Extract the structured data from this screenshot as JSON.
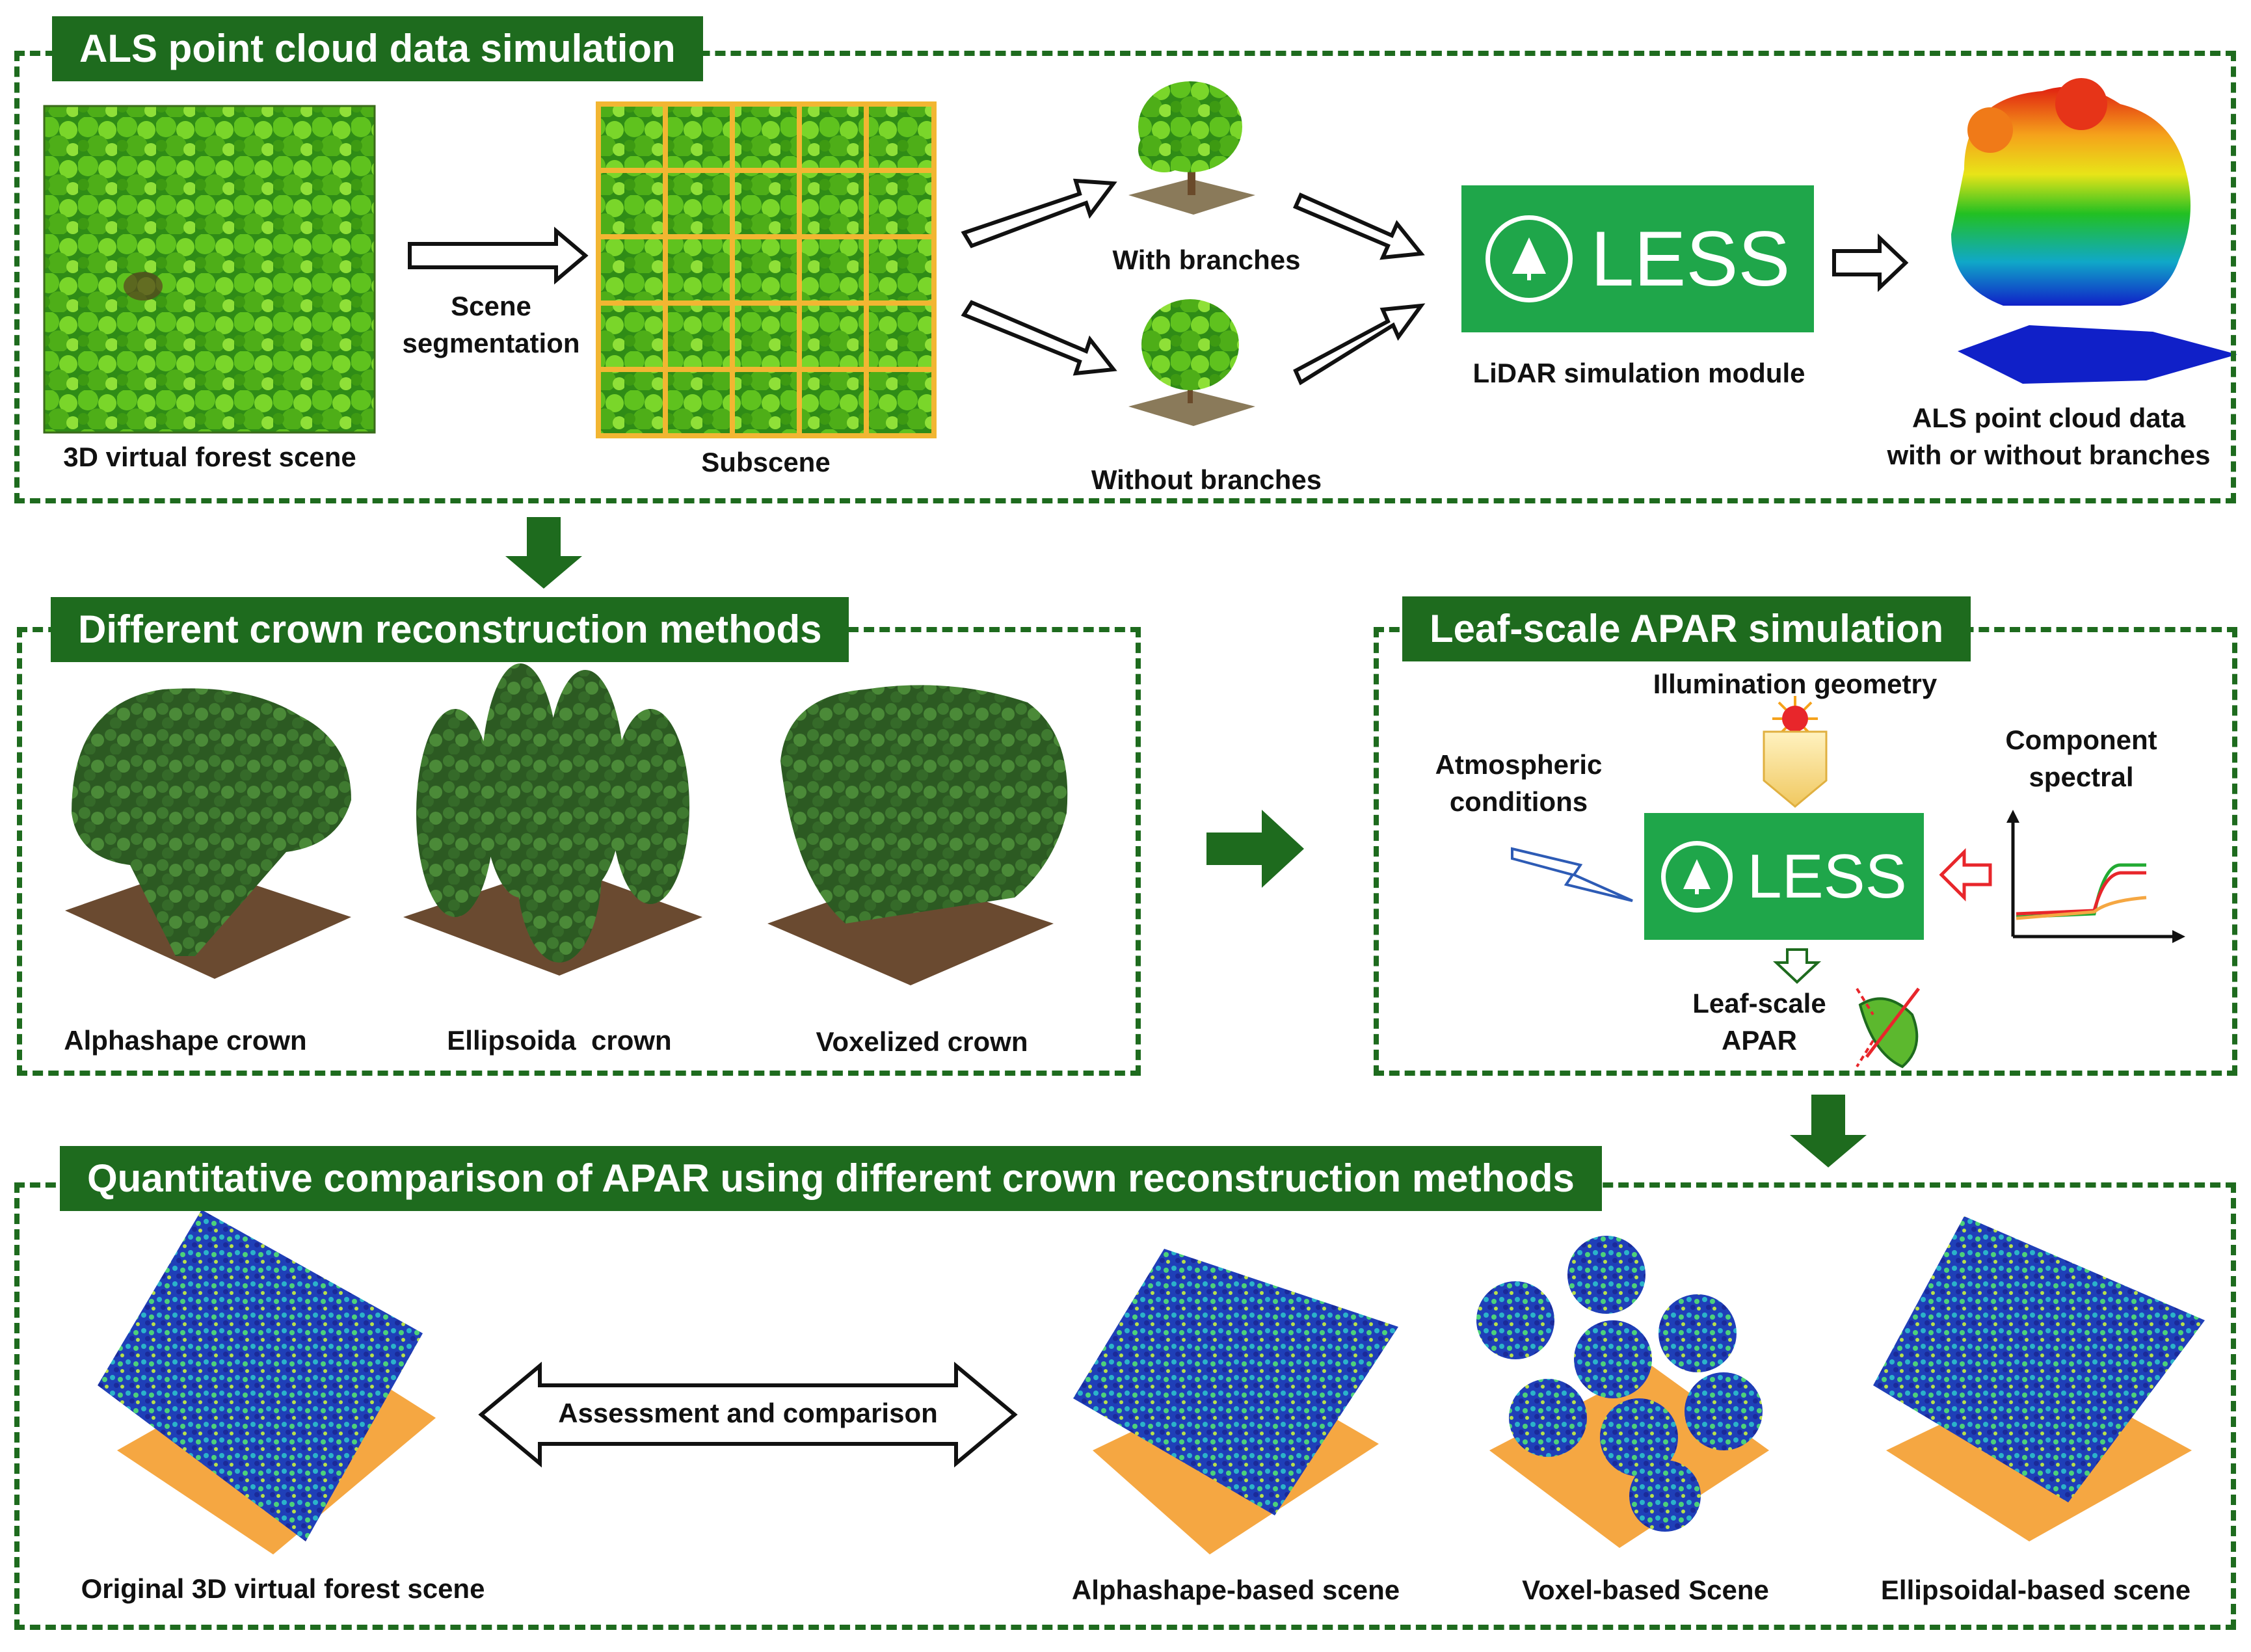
{
  "colors": {
    "section_green": "#1e6b1e",
    "less_green": "#1fa64a",
    "arrow_dark_green": "#1e6b1e",
    "subscene_grid": "#f2b632",
    "ground_orange": "#f5a742",
    "red": "#e8262b"
  },
  "section1": {
    "title": "ALS point cloud data simulation",
    "forest_label": "3D virtual forest scene",
    "segmentation_label_line1": "Scene",
    "segmentation_label_line2": "segmentation",
    "subscene_label": "Subscene",
    "with_branches_label": "With branches",
    "without_branches_label": "Without branches",
    "less_logo_text": "LESS",
    "lidar_module_label": "LiDAR simulation module",
    "als_output_line1": "ALS point cloud data",
    "als_output_line2": "with or without branches"
  },
  "section2": {
    "title": "Different crown reconstruction methods",
    "alphashape_label": "Alphashape crown",
    "ellipsoid_label": "Ellipsoida  crown",
    "voxel_label": "Voxelized crown"
  },
  "section3": {
    "title": "Leaf-scale APAR simulation",
    "illumination_label": "Illumination geometry",
    "atmospheric_line1": "Atmospheric",
    "atmospheric_line2": "conditions",
    "component_line1": "Component",
    "component_line2": "spectral",
    "less_logo_text": "LESS",
    "leaf_apar_line1": "Leaf-scale",
    "leaf_apar_line2": "APAR"
  },
  "section4": {
    "title": "Quantitative comparison of APAR using different crown reconstruction methods",
    "assessment_label": "Assessment and comparison",
    "original_label": "Original 3D virtual forest scene",
    "alphashape_scene_label": "Alphashape-based scene",
    "voxel_scene_label": "Voxel-based Scene",
    "ellipsoidal_scene_label": "Ellipsoidal-based scene"
  },
  "icons": {
    "less_logo": "tree-circle-icon",
    "sun": "sun-icon",
    "lightning": "lightning-icon",
    "leaf": "leaf-crossed-icon",
    "spectral_chart": "spectral-curve-icon"
  }
}
